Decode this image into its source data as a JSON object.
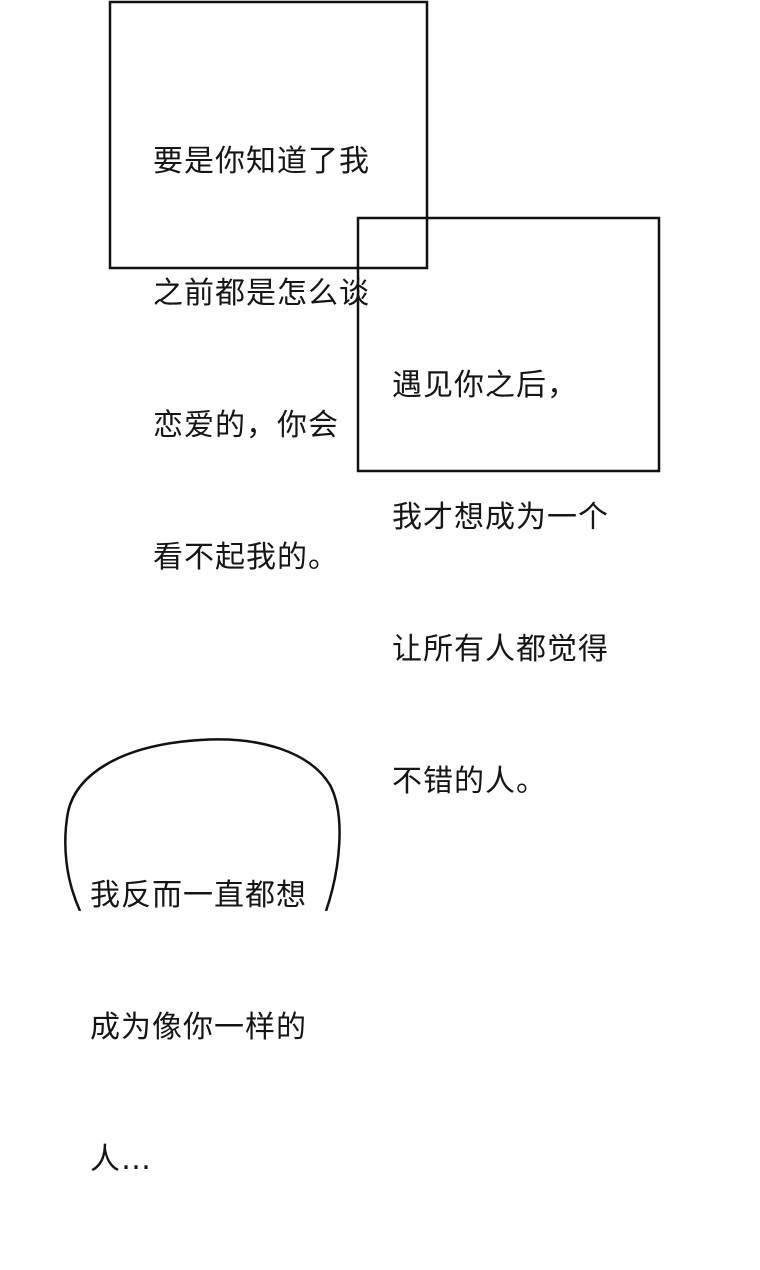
{
  "narration_box_1": {
    "lines": [
      "要是你知道了我",
      "之前都是怎么谈",
      "恋爱的，你会",
      "看不起我的。"
    ]
  },
  "narration_box_2": {
    "lines": [
      "遇见你之后，",
      "我才想成为一个",
      "让所有人都觉得",
      "不错的人。"
    ]
  },
  "speech_bubble": {
    "lines": [
      "我反而一直都想",
      "成为像你一样的",
      "人…"
    ]
  },
  "colors": {
    "background": "#ffffff",
    "outline": "#111111",
    "text": "#151515"
  }
}
